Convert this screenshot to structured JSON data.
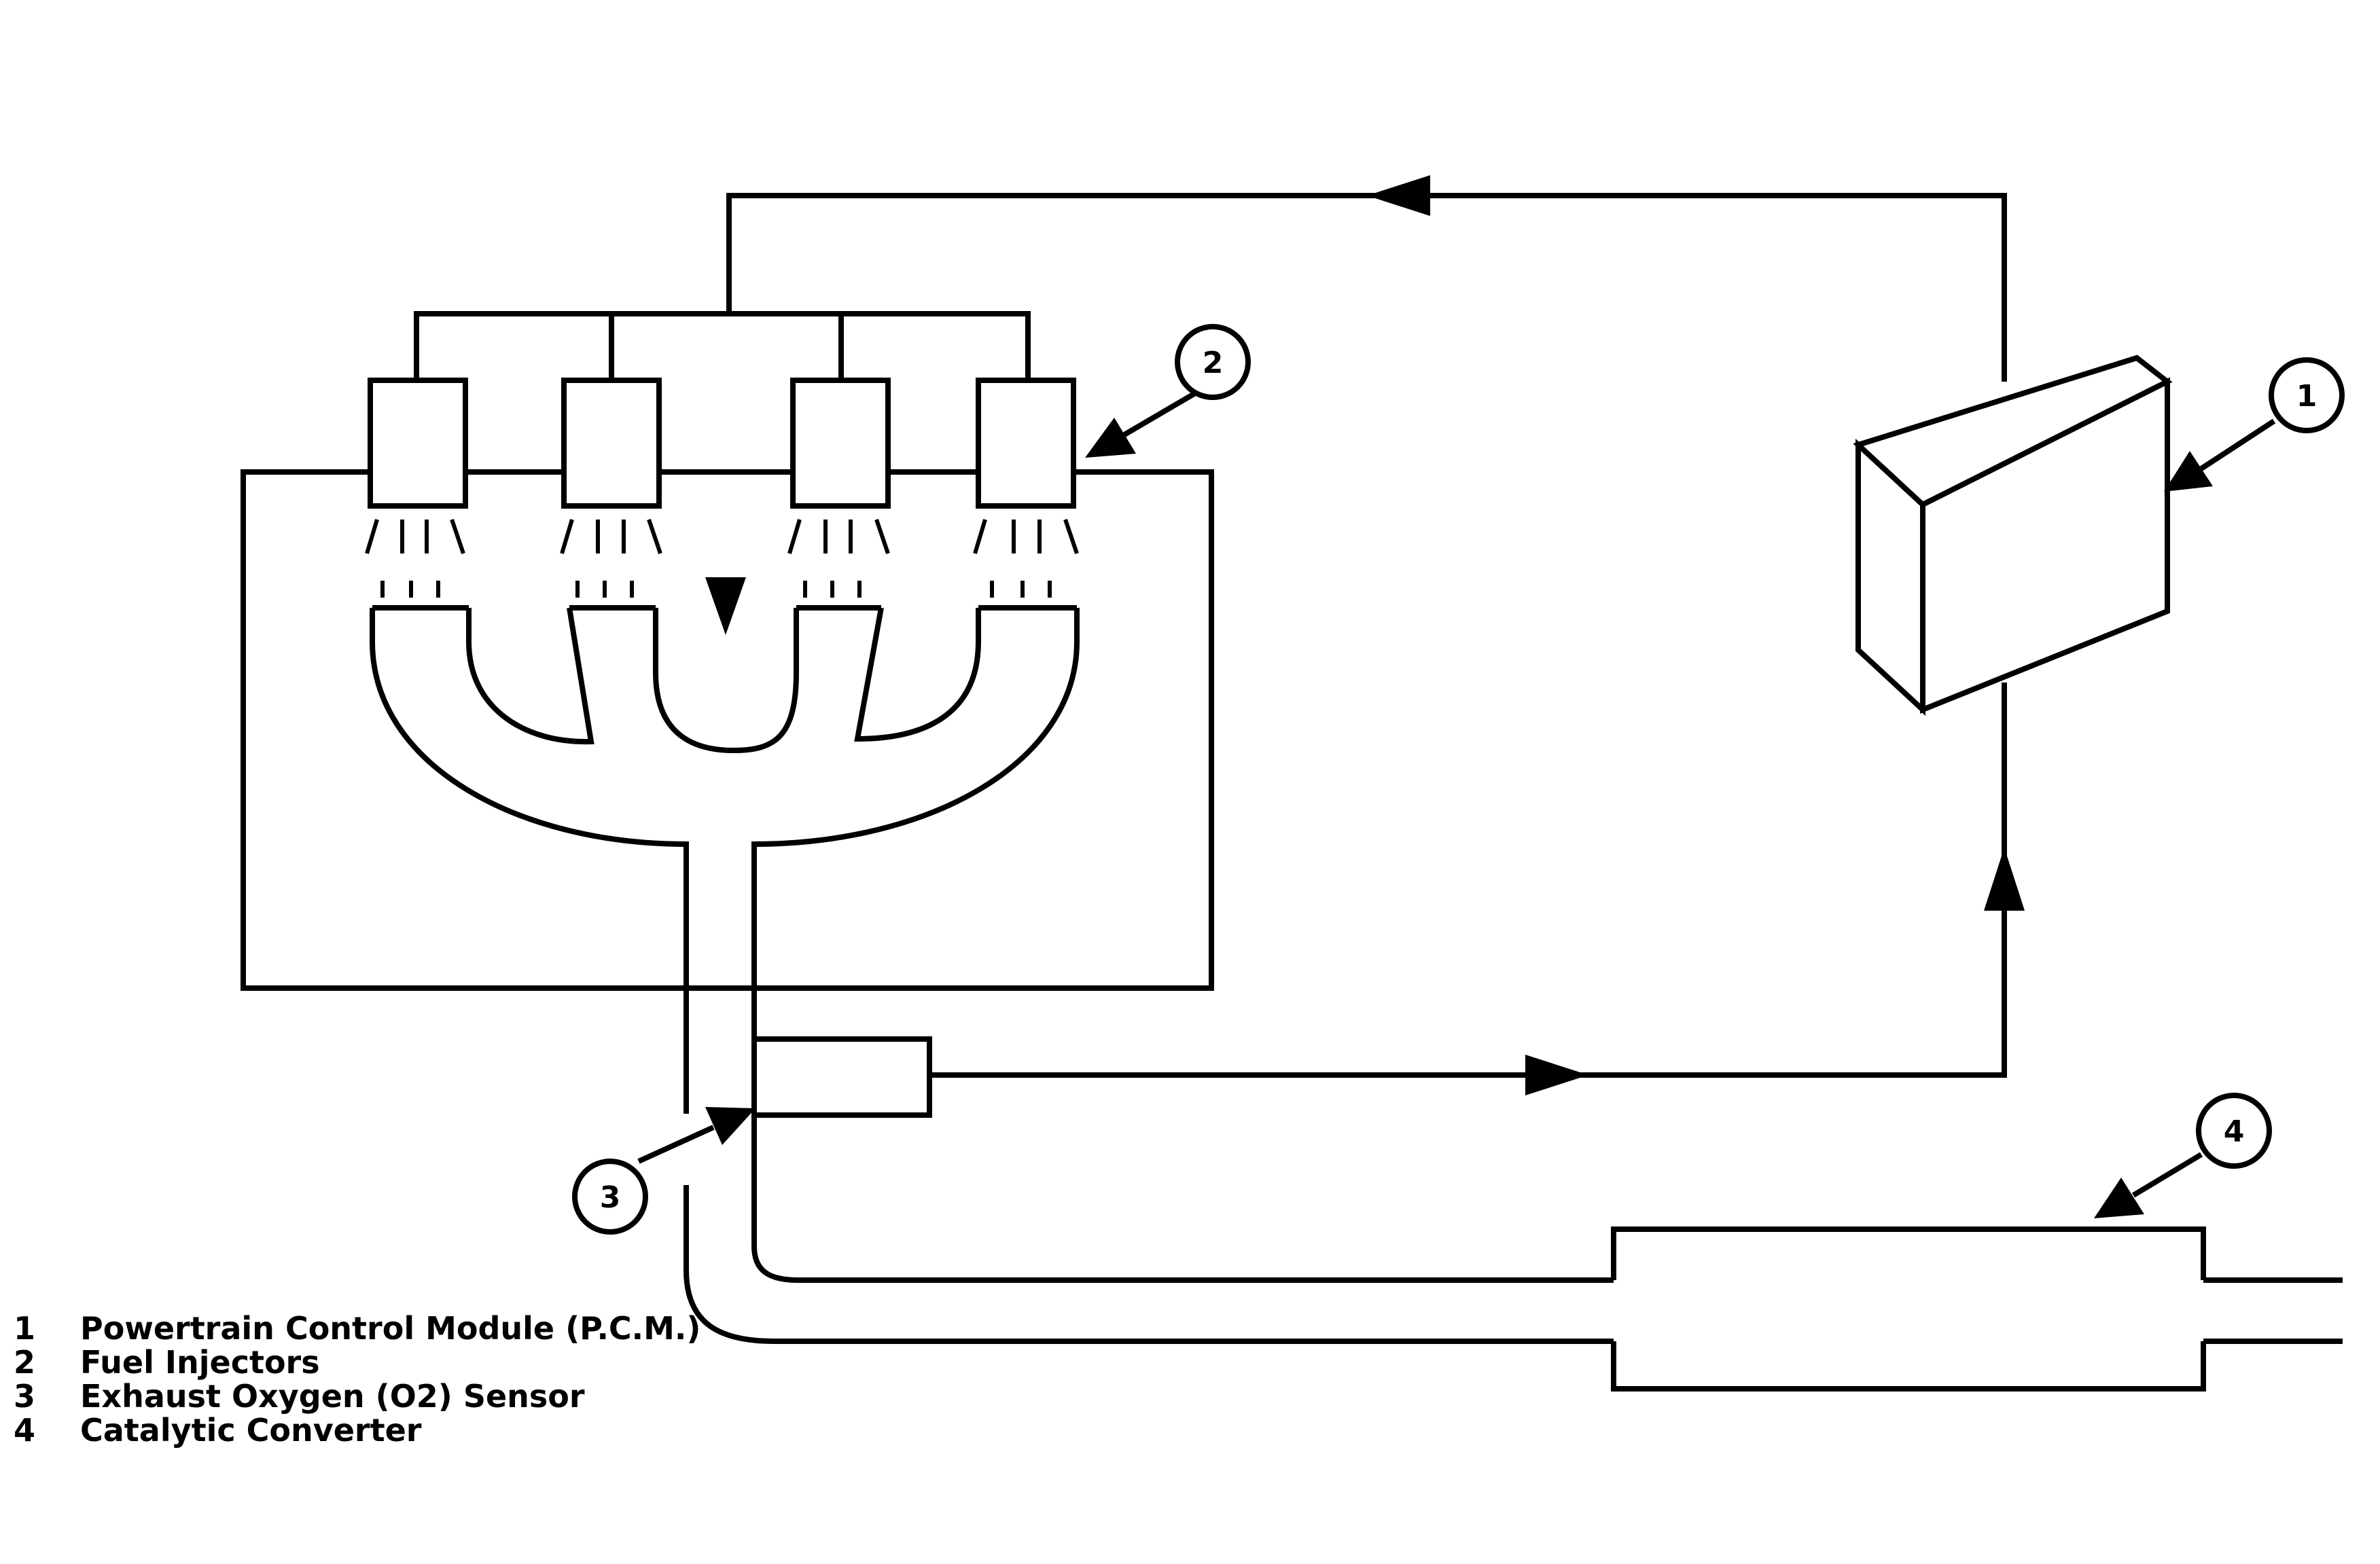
{
  "callouts": {
    "pcm": "1",
    "injectors": "2",
    "o2_sensor": "3",
    "converter": "4"
  },
  "legend": [
    {
      "num": "1",
      "text": "Powertrain Control Module (P.C.M.)"
    },
    {
      "num": "2",
      "text": "Fuel Injectors"
    },
    {
      "num": "3",
      "text": "Exhaust Oxygen (O2) Sensor"
    },
    {
      "num": "4",
      "text": "Catalytic Converter"
    }
  ]
}
